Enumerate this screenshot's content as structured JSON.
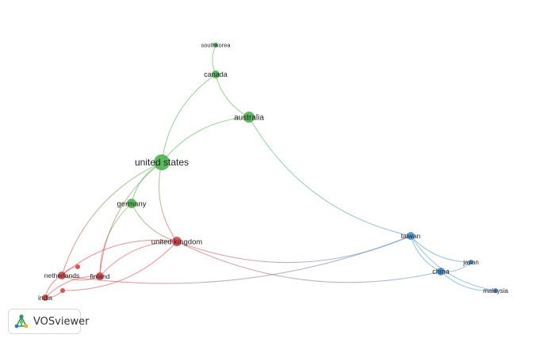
{
  "network": {
    "nodes": [
      {
        "id": "south-korea",
        "label": "southkorea",
        "cluster": "green"
      },
      {
        "id": "canada",
        "label": "canada",
        "cluster": "green"
      },
      {
        "id": "australia",
        "label": "australia",
        "cluster": "green"
      },
      {
        "id": "united-states",
        "label": "united states",
        "cluster": "green"
      },
      {
        "id": "germany",
        "label": "germany",
        "cluster": "green"
      },
      {
        "id": "united-kingdom",
        "label": "united kingdom",
        "cluster": "red"
      },
      {
        "id": "netherlands",
        "label": "netherlands",
        "cluster": "red"
      },
      {
        "id": "finland",
        "label": "finland",
        "cluster": "red"
      },
      {
        "id": "india",
        "label": "india",
        "cluster": "red"
      },
      {
        "id": "unlabeled-red-1",
        "label": "",
        "cluster": "red"
      },
      {
        "id": "unlabeled-red-2",
        "label": "",
        "cluster": "red"
      },
      {
        "id": "taiwan",
        "label": "taiwan",
        "cluster": "blue"
      },
      {
        "id": "china",
        "label": "china",
        "cluster": "blue"
      },
      {
        "id": "japan",
        "label": "japan",
        "cluster": "blue"
      },
      {
        "id": "malaysia",
        "label": "malaysia",
        "cluster": "blue"
      }
    ],
    "links": [
      [
        "south-korea",
        "canada"
      ],
      [
        "canada",
        "australia"
      ],
      [
        "canada",
        "united-states"
      ],
      [
        "australia",
        "united-states"
      ],
      [
        "australia",
        "taiwan"
      ],
      [
        "united-states",
        "germany"
      ],
      [
        "united-states",
        "united-kingdom"
      ],
      [
        "united-states",
        "netherlands"
      ],
      [
        "united-states",
        "finland"
      ],
      [
        "germany",
        "finland"
      ],
      [
        "germany",
        "united-kingdom"
      ],
      [
        "united-kingdom",
        "netherlands"
      ],
      [
        "united-kingdom",
        "finland"
      ],
      [
        "united-kingdom",
        "taiwan"
      ],
      [
        "united-kingdom",
        "china"
      ],
      [
        "netherlands",
        "finland"
      ],
      [
        "netherlands",
        "india"
      ],
      [
        "netherlands",
        "taiwan"
      ],
      [
        "finland",
        "india"
      ],
      [
        "india",
        "unlabeled-red-1"
      ],
      [
        "unlabeled-red-1",
        "united-kingdom"
      ],
      [
        "unlabeled-red-2",
        "netherlands"
      ],
      [
        "taiwan",
        "china"
      ],
      [
        "taiwan",
        "japan"
      ],
      [
        "china",
        "japan"
      ],
      [
        "china",
        "malaysia"
      ],
      [
        "taiwan",
        "malaysia"
      ]
    ]
  },
  "colors": {
    "green": "#4fb34f",
    "red": "#d9474a",
    "blue": "#4a90d1"
  },
  "logo": {
    "text": "VOSviewer",
    "icon": "vosviewer-logo-icon"
  }
}
